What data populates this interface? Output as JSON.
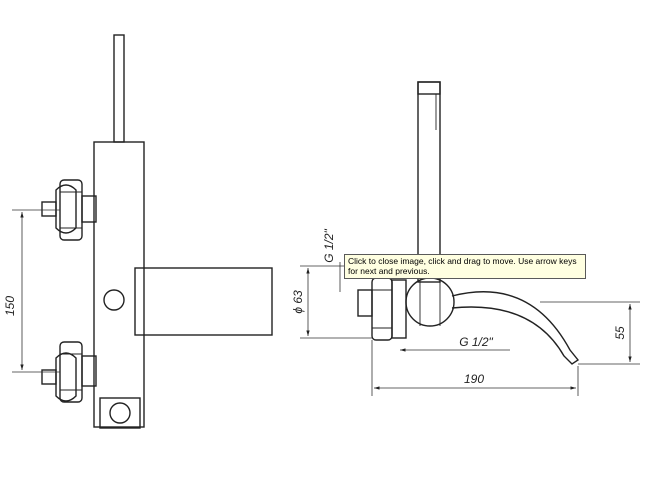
{
  "drawing": {
    "dimensions": {
      "spacing_vertical": "150",
      "diameter": "ϕ 63",
      "thread_top": "G 1/2\"",
      "thread_bottom": "G 1/2\"",
      "spout_height": "55",
      "spout_length": "190"
    }
  },
  "tooltip": {
    "text": "Click to close image, click and drag to move. Use arrow keys for next and previous."
  },
  "colors": {
    "line": "#222222",
    "tooltip_bg": "#ffffe1",
    "tooltip_border": "#5a5a5a"
  }
}
